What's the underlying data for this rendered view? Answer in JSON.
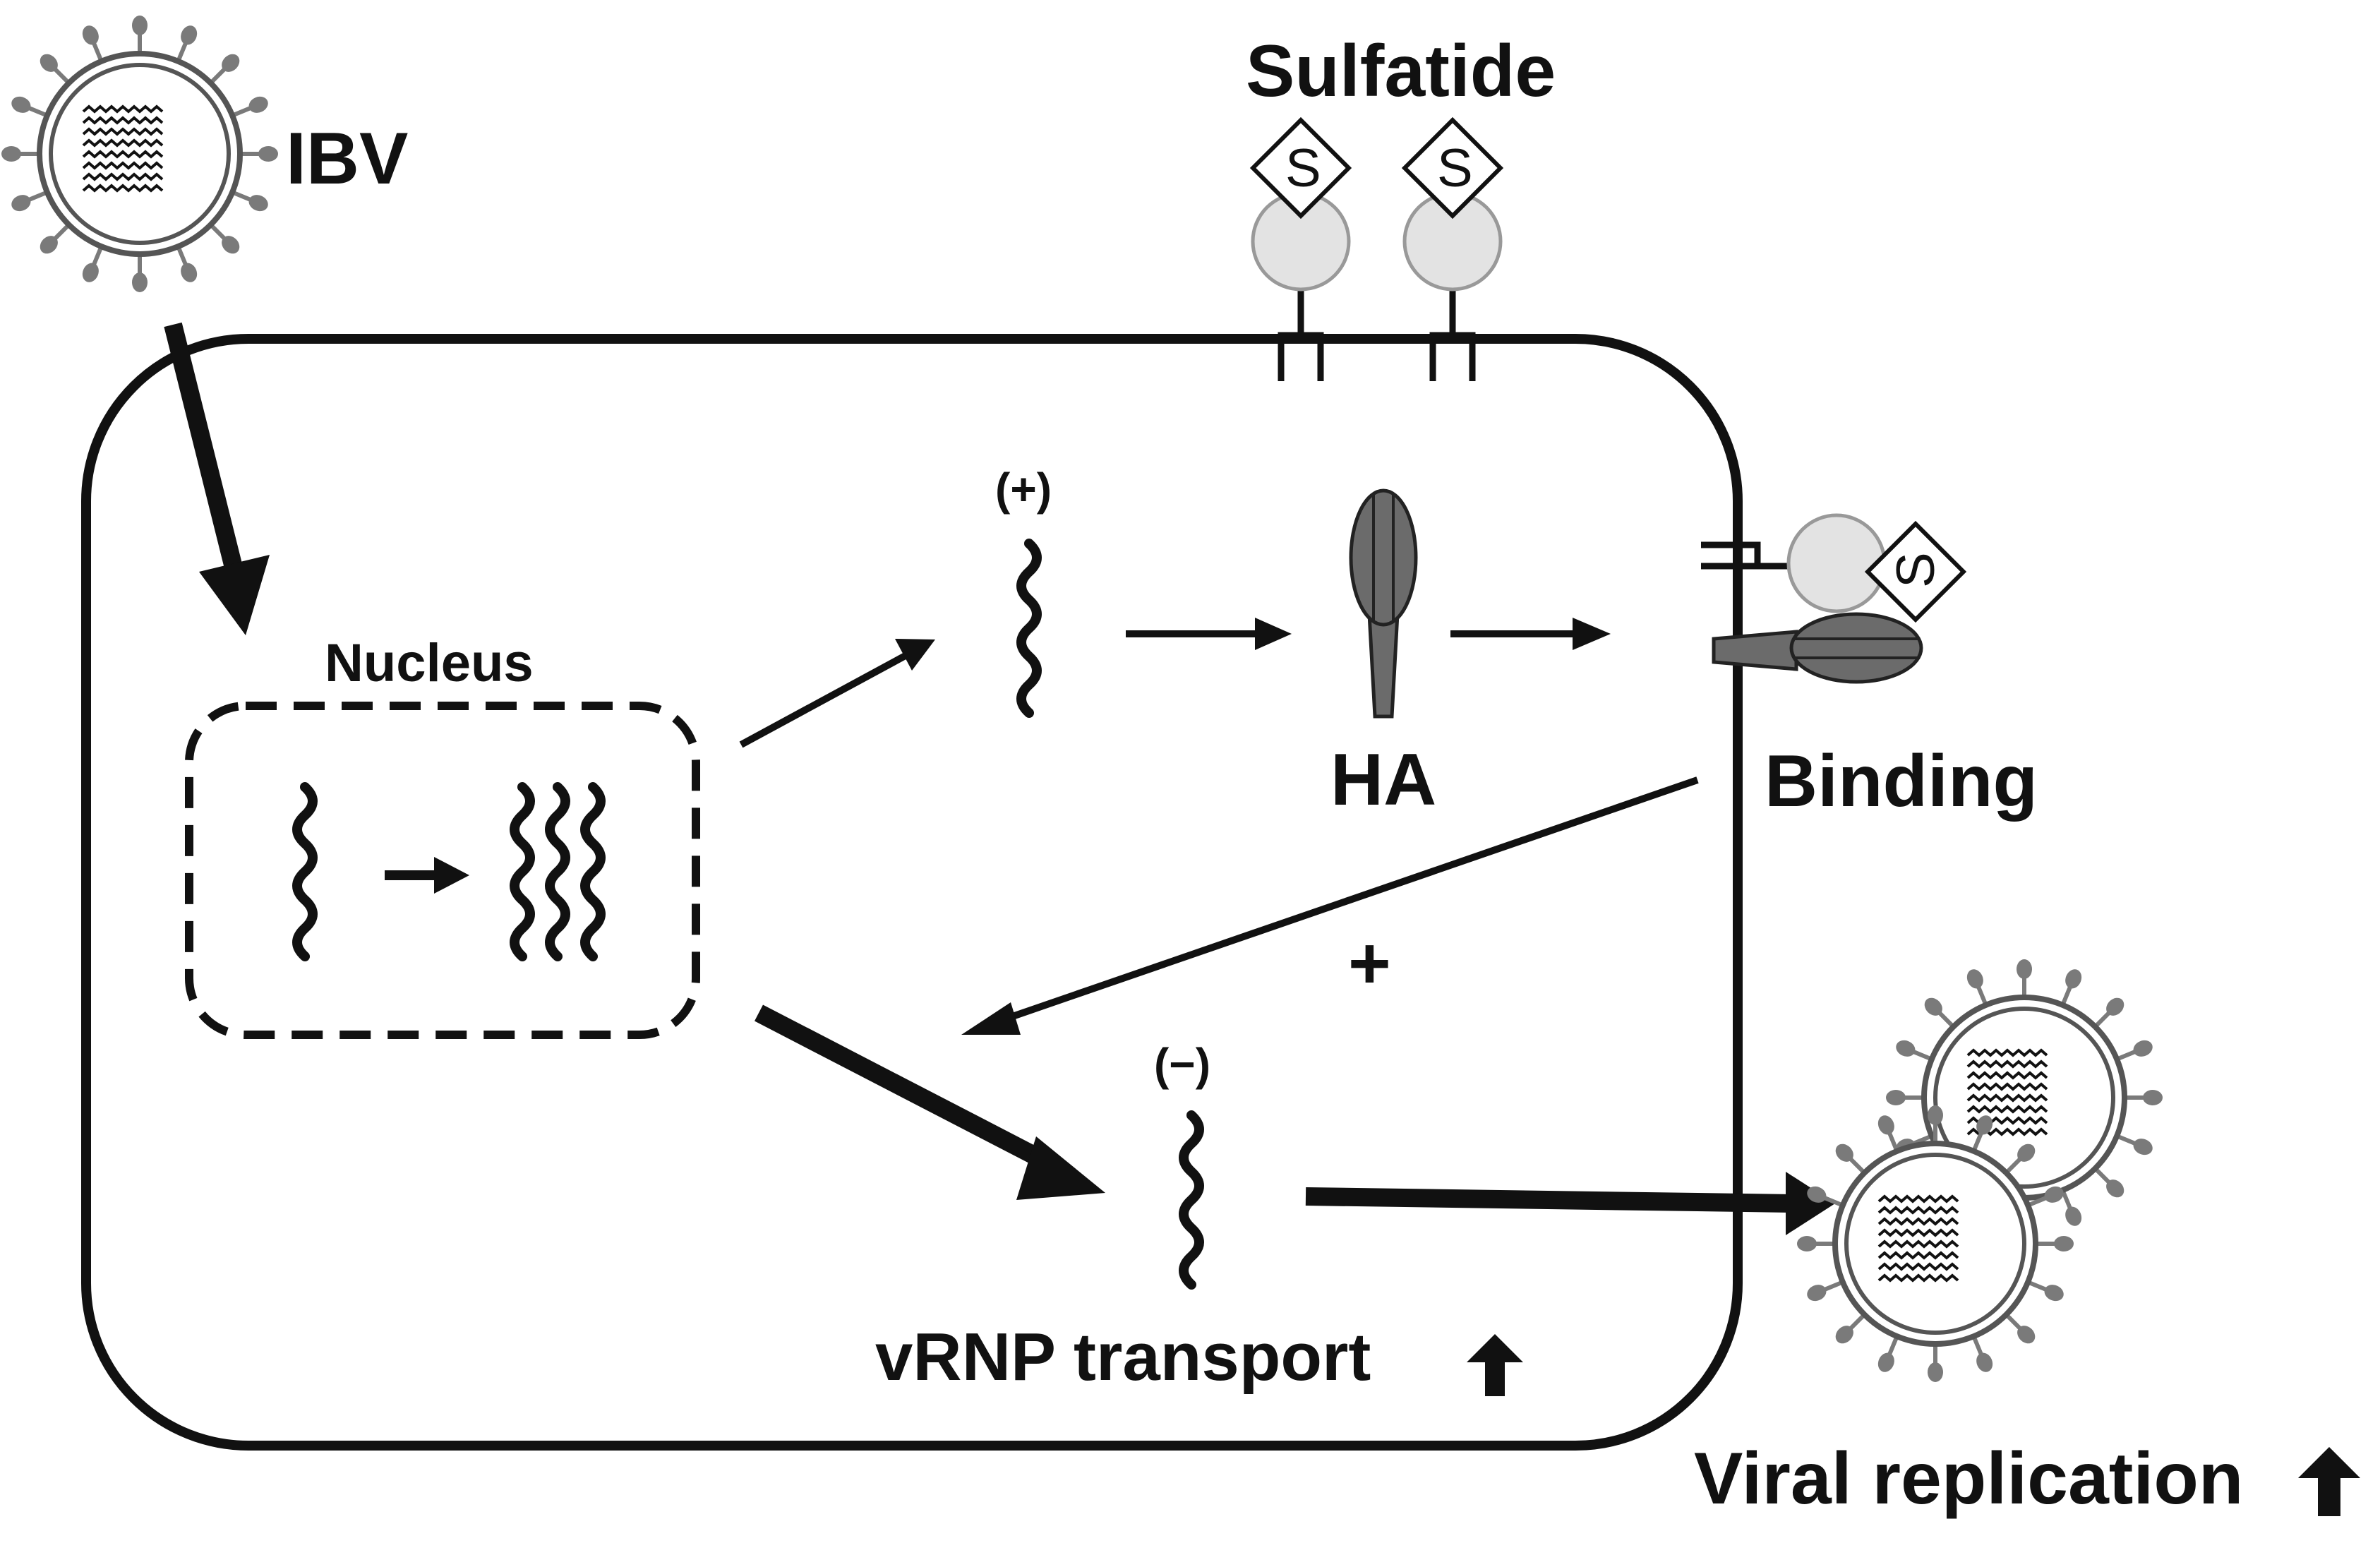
{
  "labels": {
    "ibv": "IBV",
    "sulfatide": "Sulfatide",
    "s_glyph": "S",
    "nucleus": "Nucleus",
    "plus_strand": "(+)",
    "minus_strand": "(−)",
    "ha": "HA",
    "binding": "Binding",
    "plus_sign": "+",
    "vrnp_transport": "vRNP transport",
    "viral_replication": "Viral replication"
  },
  "icons": {
    "increase": "up-arrow-icon",
    "virus": "virus-particle-icon",
    "rna": "rna-strand-icon",
    "ha_protein": "hemagglutinin-icon",
    "sulfatide_receptor": "sulfatide-receptor-icon"
  },
  "colors": {
    "line": "#111111",
    "protein_dark": "#6b6b6b",
    "receptor_light": "#e3e3e3",
    "spike": "#7a7a7a"
  }
}
